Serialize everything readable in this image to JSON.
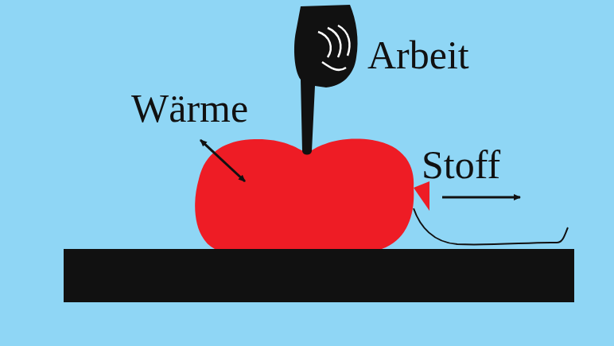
{
  "diagram": {
    "labels": [
      "Arbeit",
      "Wärme",
      "Stoff"
    ]
  }
}
